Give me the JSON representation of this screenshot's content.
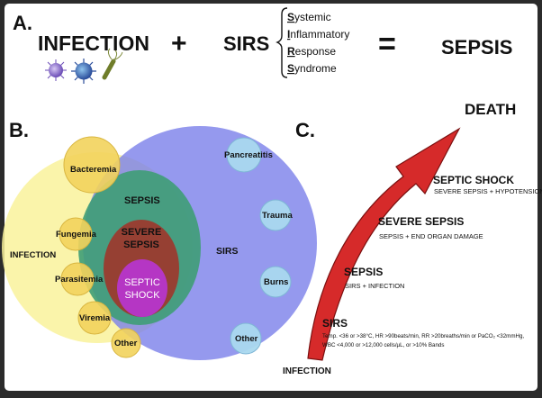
{
  "colors": {
    "frame": "#2b2b2b",
    "panel": "#ffffff",
    "infection": "#f9f29b",
    "subinfection": "#f2d35c",
    "sirs": "#7b80ea",
    "subsirs": "#a9d8ee",
    "sepsis": "#3e9d76",
    "severe_sepsis": "#9b3b2e",
    "septic_shock": "#b536c4",
    "arrow": "#d62a2a"
  },
  "panel_a": {
    "letter": "A.",
    "infection": "INFECTION",
    "plus": "+",
    "sirs": "SIRS",
    "sirs_terms": [
      {
        "initial": "S",
        "rest": "ystemic"
      },
      {
        "initial": "I",
        "rest": "nflammatory"
      },
      {
        "initial": "R",
        "rest": "esponse"
      },
      {
        "initial": "S",
        "rest": "yndrome"
      }
    ],
    "equals": "=",
    "sepsis": "SEPSIS",
    "pathogen_icons": [
      "virus-icon",
      "virus-icon",
      "bacterium-icon"
    ]
  },
  "panel_b": {
    "letter": "B.",
    "infection": "INFECTION",
    "sirs": "SIRS",
    "sepsis": "SEPSIS",
    "severe_sepsis": [
      "SEVERE",
      "SEPSIS"
    ],
    "septic_shock": [
      "SEPTIC",
      "SHOCK"
    ],
    "infection_subsets": [
      "Bacteremia",
      "Fungemia",
      "Parasitemia",
      "Viremia",
      "Other"
    ],
    "sirs_subsets": [
      "Pancreatitis",
      "Trauma",
      "Burns",
      "Other"
    ]
  },
  "panel_c": {
    "letter": "C.",
    "death": "DEATH",
    "infection": "INFECTION",
    "stages": [
      {
        "title": "SEPTIC SHOCK",
        "subtitle": "SEVERE SEPSIS + HYPOTENSION"
      },
      {
        "title": "SEVERE SEPSIS",
        "subtitle": "SEPSIS + END ORGAN DAMAGE"
      },
      {
        "title": "SEPSIS",
        "subtitle": "SIRS + INFECTION"
      }
    ],
    "sirs": {
      "title": "SIRS",
      "criteria_line1": "Temp. <36 or >38°C, HR >90beats/min, RR >20breaths/min or PaCO₂ <32mmHg,",
      "criteria_line2": "WBC <4,000 or >12,000 cells/µL, or >10% Bands"
    }
  }
}
